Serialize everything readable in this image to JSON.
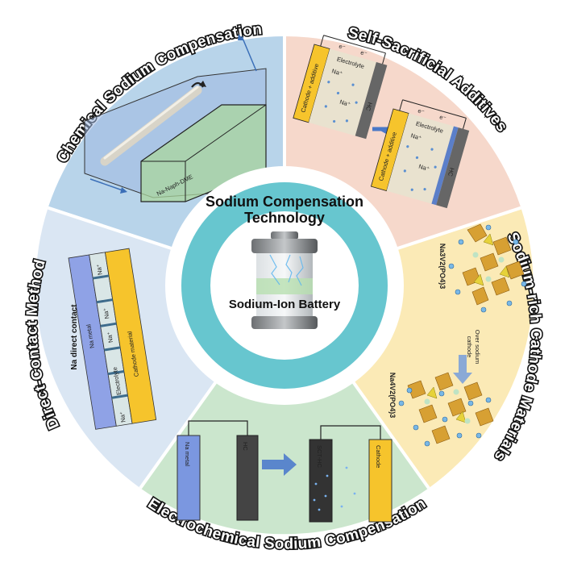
{
  "center": {
    "title_line1": "Sodium Compensation",
    "title_line2": "Technology",
    "battery_label": "Sodium-Ion Battery"
  },
  "sectors": {
    "chemical": {
      "title": "Chemical Sodium Compensation",
      "bath_label": "Na-Naph-DME",
      "color": "#b7d3e8"
    },
    "self_sacrificial": {
      "title": "Self-Sacrificial Additives",
      "cathode_label": "Cathode + additive",
      "electrolyte_label": "Electrolyte",
      "hc_label": "HC",
      "electron_label": "e⁻",
      "ion_label": "Na⁺",
      "color": "#f7d6c8"
    },
    "sodium_rich": {
      "title": "Sodium-rich Cathode Materials",
      "formula_top": "Na3V2(PO4)3",
      "formula_bottom": "Na4V2(PO4)3",
      "arrow_label_line1": "Over sodium",
      "arrow_label_line2": "cathode",
      "color": "#fbeab4"
    },
    "electrochemical": {
      "title": "Electrochemical Sodium Compensation",
      "na_metal_label": "Na metal",
      "hc_label": "HC",
      "sct_hc_label": "SCT-HC",
      "cathode_label": "Cathode",
      "color": "#c9e5cc"
    },
    "direct_contact": {
      "title": "Direct-Contact Method",
      "contact_label": "Na direct contact",
      "na_metal_label": "Na metal",
      "electrolyte_label": "Electrolyte",
      "cathode_label": "Cathode material",
      "ion_label": "Na⁺",
      "color": "#d9e6f4"
    }
  }
}
